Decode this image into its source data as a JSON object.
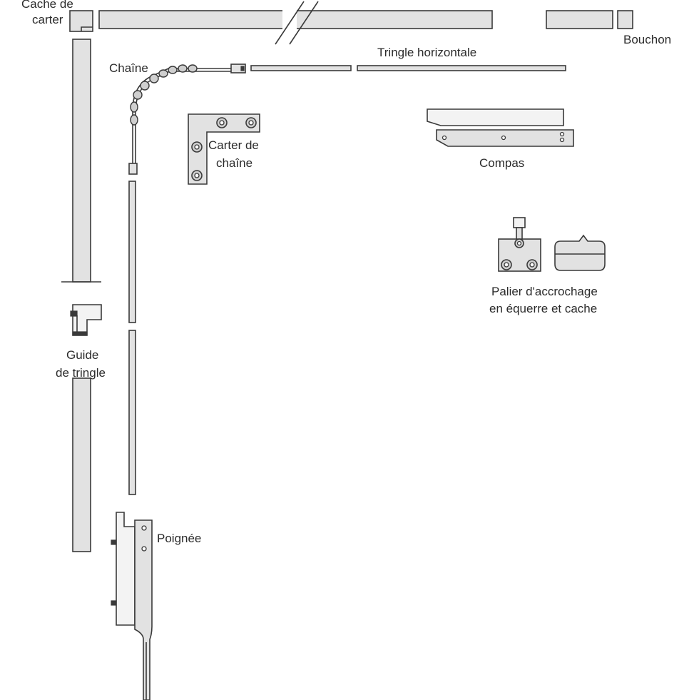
{
  "labels": {
    "cache_carter_1": "Cache de",
    "cache_carter_2": "carter",
    "bouchon": "Bouchon",
    "tringle_horizontale": "Tringle horizontale",
    "chaine": "Chaîne",
    "carter_chaine_1": "Carter de",
    "carter_chaine_2": "chaîne",
    "compas": "Compas",
    "palier_1": "Palier d'accrochage",
    "palier_2": "en équerre  et cache",
    "guide_1": "Guide",
    "guide_2": "de tringle",
    "poignee": "Poignée"
  },
  "colors": {
    "stroke": "#3a3a3a",
    "fill": "#e2e2e2",
    "text": "#2b2b2b"
  }
}
